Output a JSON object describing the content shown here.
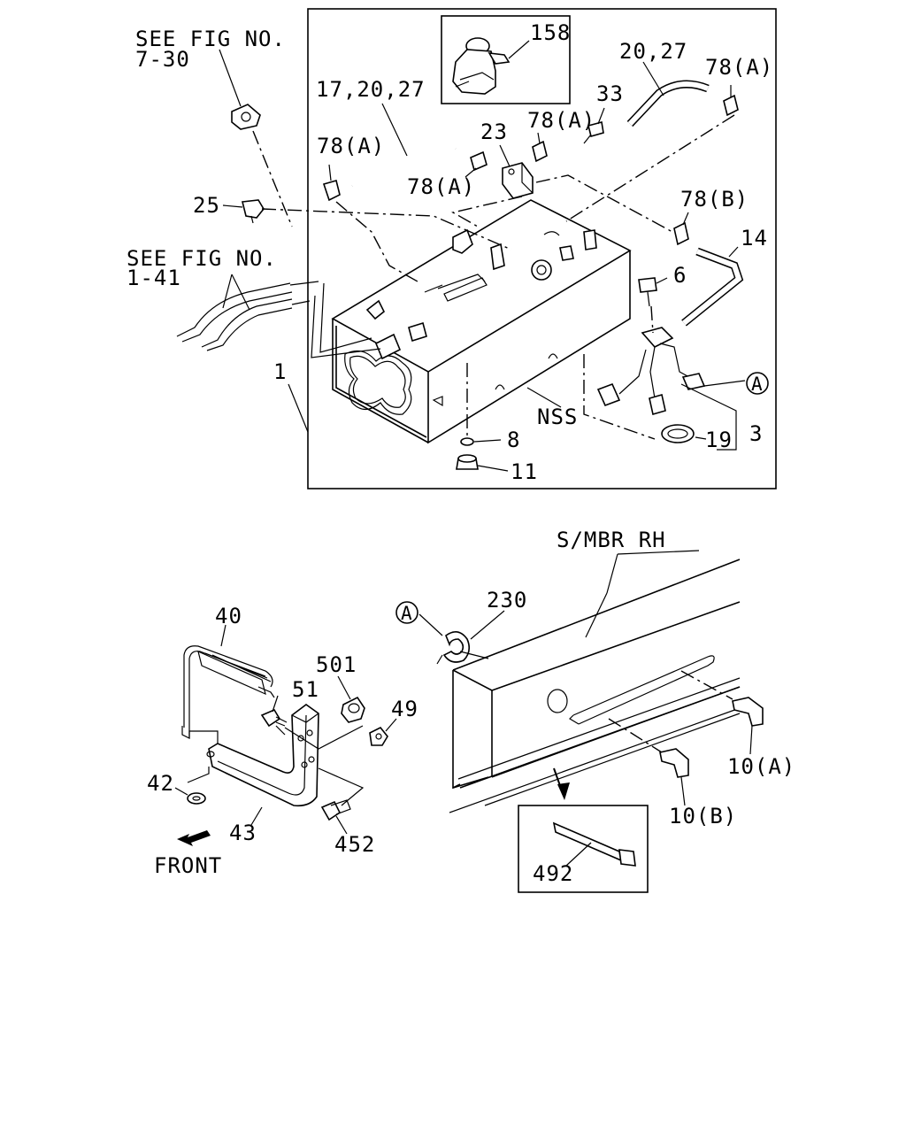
{
  "references": {
    "fig_7_30": [
      "SEE FIG NO.",
      "7-30"
    ],
    "fig_1_41": [
      "SEE FIG NO.",
      "1-41"
    ]
  },
  "labels": {
    "p158": "158",
    "p20_27": "20,27",
    "p17_20_27": "17,20,27",
    "p78a_1": "78(A)",
    "p78a_2": "78(A)",
    "p78a_3": "78(A)",
    "p78a_4": "78(A)",
    "p78b": "78(B)",
    "p33": "33",
    "p23": "23",
    "p25": "25",
    "p14": "14",
    "p6": "6",
    "p1": "1",
    "p3": "3",
    "p19": "19",
    "p8": "8",
    "p11": "11",
    "nss": "NSS",
    "callout_a": "A",
    "callout_a2": "A",
    "smbr": "S/MBR RH",
    "p230": "230",
    "p40": "40",
    "p501": "501",
    "p51": "51",
    "p49": "49",
    "p42": "42",
    "p43": "43",
    "p452": "452",
    "p10a": "10(A)",
    "p10b": "10(B)",
    "p492": "492",
    "front": "FRONT"
  }
}
